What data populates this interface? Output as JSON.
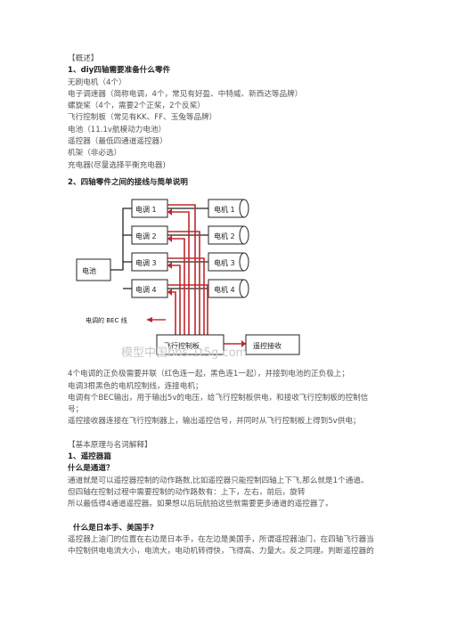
{
  "sections": {
    "overview_tag": "【概述】",
    "q1_title": "1、diy四轴需要准备什么零件",
    "parts": [
      "无刷电机（4个）",
      "电子调速器（简称电调，4个，常见有好盈、中特威、新西达等品牌）",
      "螺旋桨（4个，需要2个正桨，2个反桨）",
      "飞行控制板（常见有KK、FF、玉兔等品牌）",
      "电池（11.1v航模动力电池）",
      "遥控器（最低四通道遥控器）",
      "机架（非必选）",
      "充电器(尽量选择平衡充电器)"
    ],
    "q2_title": "2、四轴零件之间的接线与简单说明",
    "diagram": {
      "battery": "电池",
      "escs": [
        "电调 1",
        "电调 2",
        "电调 3",
        "电调 4"
      ],
      "motors": [
        "电机 1",
        "电机 2",
        "电机 3",
        "电机 4"
      ],
      "bec_label": "电调的 BEC 线",
      "flight_controller": "飞行控制板",
      "receiver": "遥控接收",
      "watermark": "模型中国bbs.1t5g.com"
    },
    "notes": [
      "4个电调的正负极需要并联（红色连一起，黑色连1一起），并接到电池的正负极上；",
      "电调3根黑色的电机控制线，连接电机；",
      "电调有个BEC输出，用于输出5v的电压，给飞行控制板供电，和接收飞行控制板的控制信",
      "号；",
      "遥控接收器连接在飞行控制器上，输出遥控信号，并同时从飞行控制板上得到5v供电；"
    ],
    "basic_tag": "【基本原理与名词解释】",
    "remote_title": "1、遥控器篇",
    "channel_q": "什么是通道？",
    "channel_text": [
      "通道就是可以遥控器控制的动作路数,比如遥控器只能控制四轴上下飞,那么就是1个通道。",
      "但四轴在控制过程中需要控制的动作路数有：上下，左右，前后，旋转",
      "所以最低得4通道遥控器。如果想以后玩航拍这些就需要更多通道的遥控器了。"
    ],
    "hand_q": "什么是日本手、美国手?",
    "hand_text": [
      "遥控器上油门的位置在右边是日本手，在左边是美国手，所谓遥控器油门，在四轴飞行器当",
      "中控制供电电流大小，电流大，电动机转得快，飞得高、力量大。反之同理。判断遥控器的"
    ]
  }
}
